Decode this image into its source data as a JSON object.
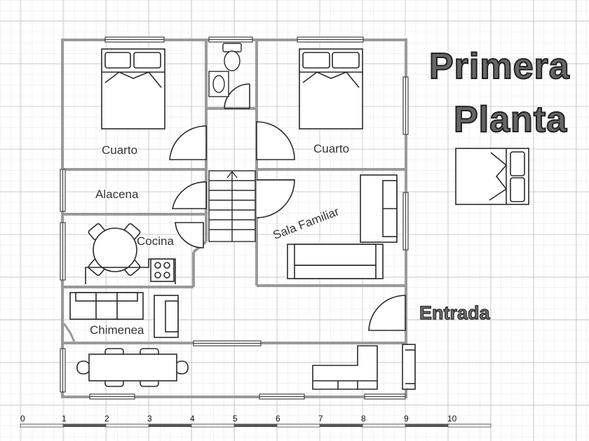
{
  "title": {
    "line1": "Primera",
    "line2": "Planta"
  },
  "entrance_label": "Entrada",
  "rooms": {
    "bedroom_left": "Cuarto",
    "bedroom_right": "Cuarto",
    "pantry": "Alacena",
    "kitchen": "Cocina",
    "family_room": "Sala Familiar",
    "fireplace": "Chimenea"
  },
  "scale": {
    "ticks": [
      "0",
      "1",
      "2",
      "3",
      "4",
      "5",
      "6",
      "7",
      "8",
      "9",
      "10"
    ]
  },
  "colors": {
    "wall": "#9a9a9a",
    "grid": "#dcdcdc",
    "furniture": "#2a2a2a",
    "title_fill": "#666666"
  }
}
